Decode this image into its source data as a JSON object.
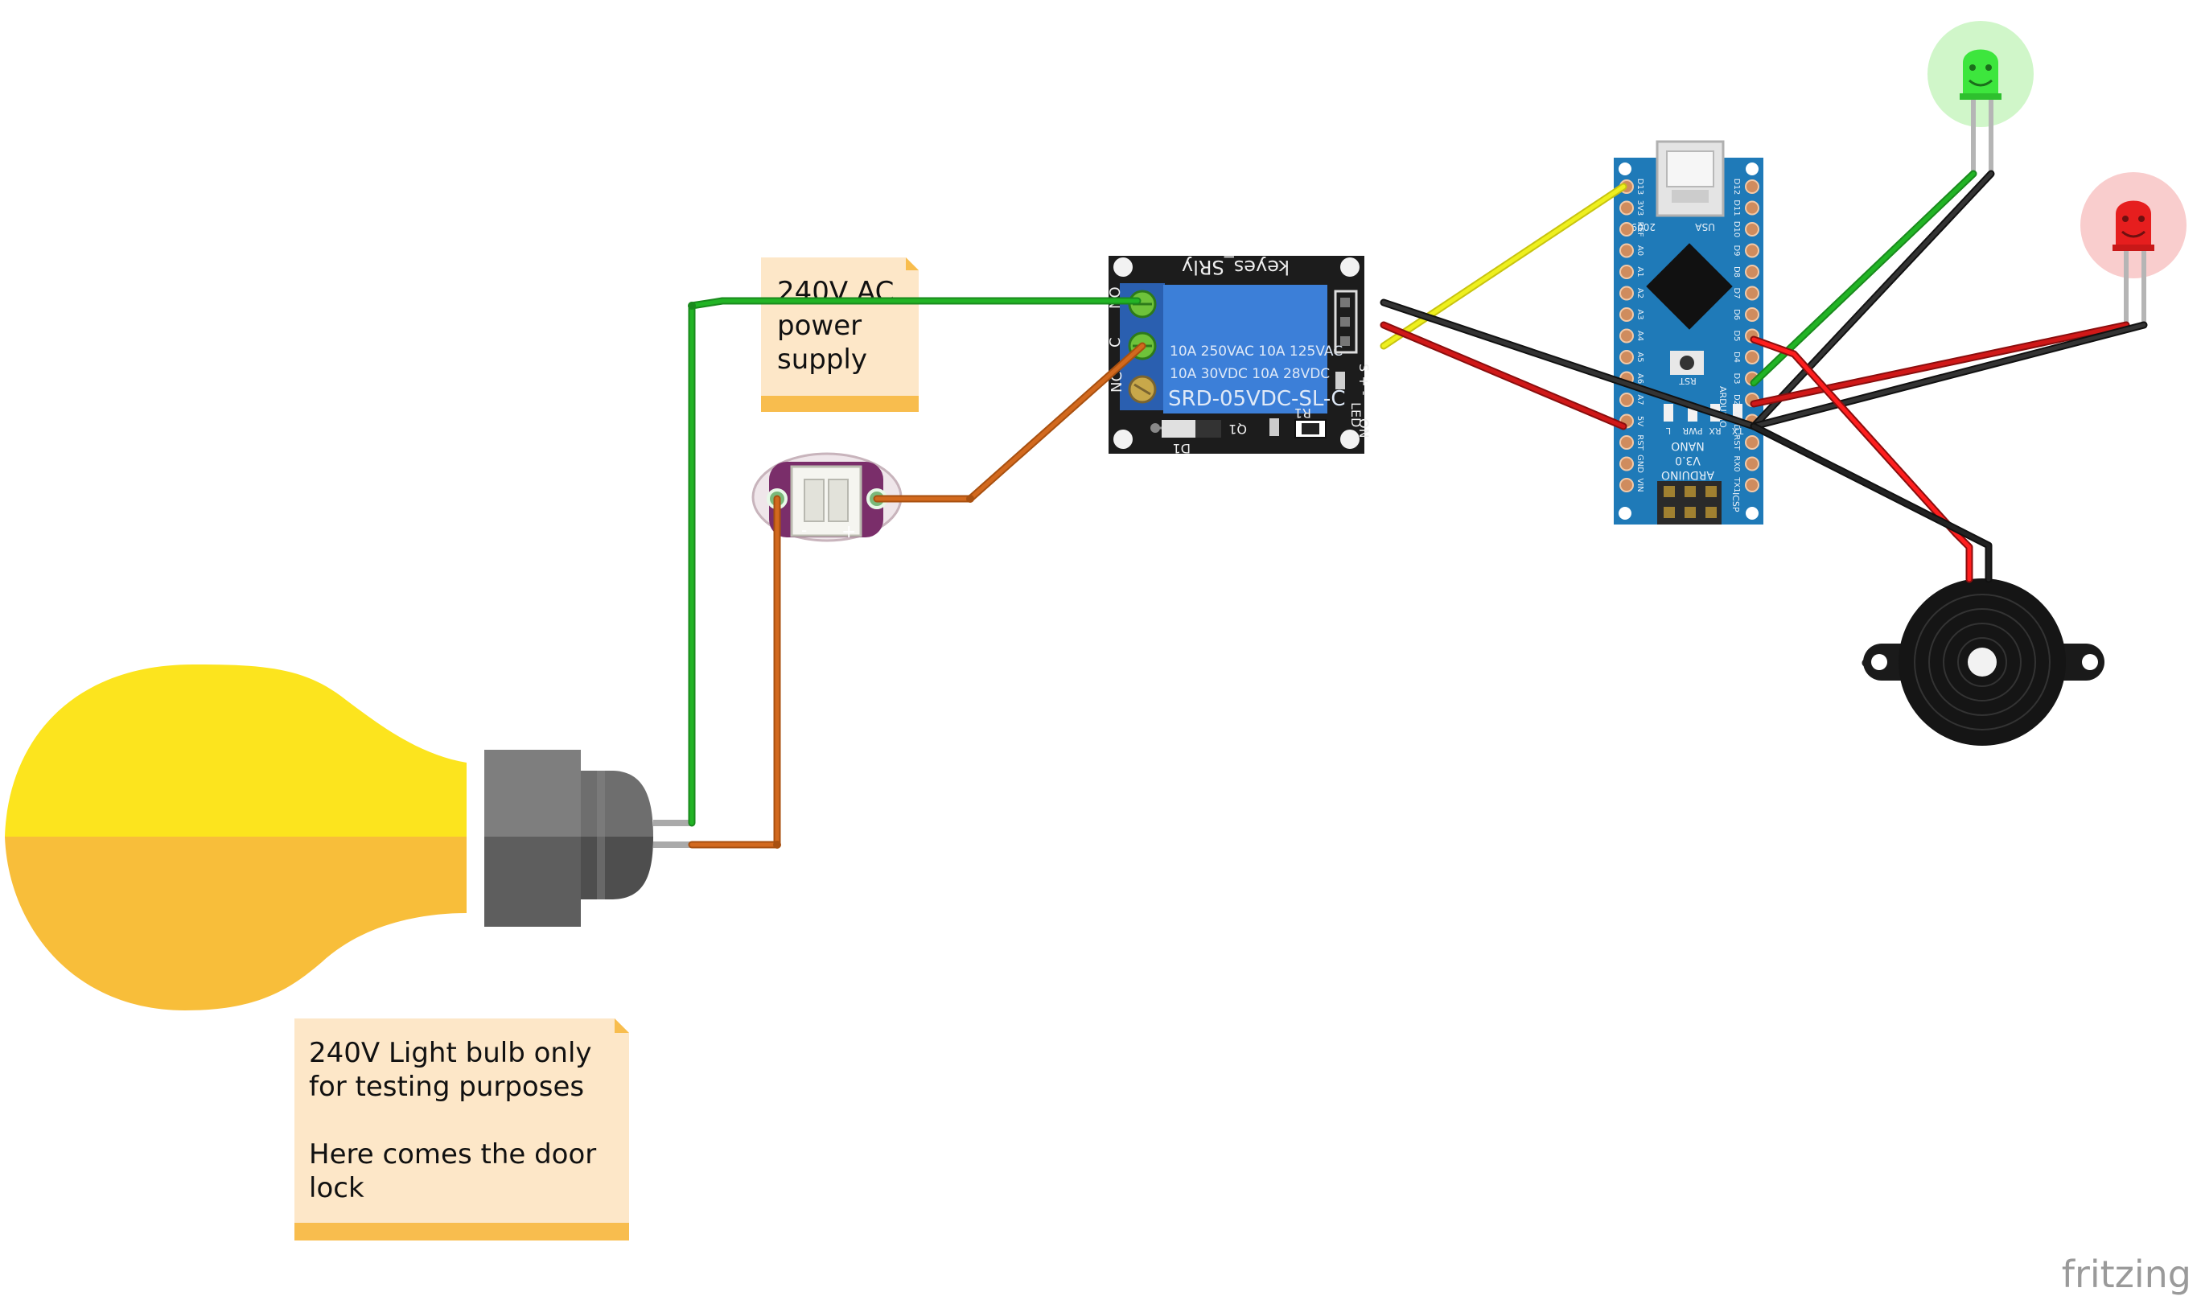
{
  "notes": {
    "power_supply": {
      "lines": [
        "240V AC",
        "power",
        "supply"
      ]
    },
    "light_bulb": {
      "lines": [
        "240V Light bulb only",
        "for testing purposes",
        "",
        "Here comes the door",
        "lock"
      ]
    }
  },
  "relay": {
    "brand": "keyes_SRly",
    "rating_line1": "10A 250VAC  10A 125VAC",
    "rating_line2": "10A  30VDC  10A  28VDC",
    "model": "SRD-05VDC-SL-C",
    "terminal_no": "NO",
    "terminal_c": "C",
    "terminal_nc": "NC",
    "diode_label": "D1",
    "transistor_label": "Q1",
    "resistor_label": "R1",
    "led_label": "LED",
    "side_label": "S + -",
    "edge_label": "ON"
  },
  "arduino": {
    "name": "ARDUINO",
    "subname": "NANO",
    "version": "V3.0",
    "year": "2009",
    "country": "USA",
    "icsp": "ICSP",
    "rst_button": "RST",
    "left_pins": [
      "D13",
      "3V3",
      "REF",
      "A0",
      "A1",
      "A2",
      "A3",
      "A4",
      "A5",
      "A6",
      "A7",
      "5V",
      "RST",
      "GND",
      "VIN"
    ],
    "right_pins": [
      "D12",
      "D11",
      "D10",
      "D9",
      "D8",
      "D7",
      "D6",
      "D5",
      "D4",
      "D3",
      "D2",
      "GND",
      "RST",
      "RX0",
      "TX1"
    ],
    "led_labels": [
      "L",
      "PWR",
      "RX",
      "TX"
    ]
  },
  "connector": {
    "minus": "-",
    "plus": "+"
  },
  "branding": {
    "logo": "fritzing"
  },
  "colors": {
    "wire_green": "#22b425",
    "wire_orange": "#d2691e",
    "wire_yellow": "#eef01e",
    "wire_black": "#222222",
    "wire_red": "#d01818",
    "bulb_top": "#fce41e",
    "bulb_bottom": "#f8be3a",
    "note_bg": "#fde7c8",
    "note_bar": "#f8bd4e",
    "relay_blue": "#3c7fd8",
    "nano_blue": "#1f7ab8",
    "led_green": "#3de63d",
    "led_red": "#e61e1e"
  }
}
